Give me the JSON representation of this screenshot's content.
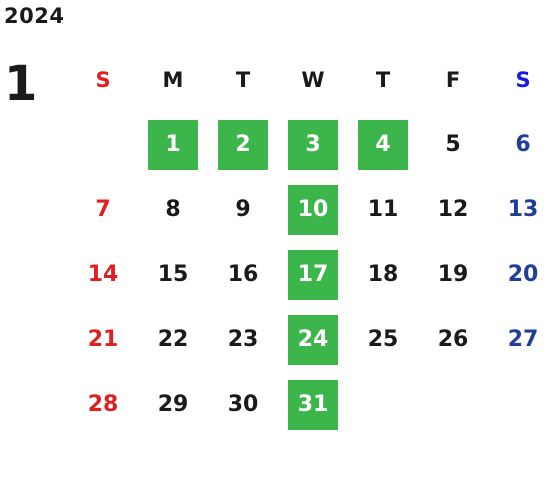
{
  "year": "2024",
  "month": "1",
  "weekdays": [
    "S",
    "M",
    "T",
    "W",
    "T",
    "F",
    "S"
  ],
  "colors": {
    "sunday": "#e02020",
    "saturday": "#1f3e9a",
    "saturday_header": "#1a1ae0",
    "highlight": "#3cb54a",
    "text": "#1a1a1a"
  },
  "days": [
    {
      "day": "1",
      "highlight": true
    },
    {
      "day": "2",
      "highlight": true
    },
    {
      "day": "3",
      "highlight": true
    },
    {
      "day": "4",
      "highlight": true
    },
    {
      "day": "5",
      "highlight": false
    },
    {
      "day": "6",
      "highlight": false
    },
    {
      "day": "7",
      "highlight": false
    },
    {
      "day": "8",
      "highlight": false
    },
    {
      "day": "9",
      "highlight": false
    },
    {
      "day": "10",
      "highlight": true
    },
    {
      "day": "11",
      "highlight": false
    },
    {
      "day": "12",
      "highlight": false
    },
    {
      "day": "13",
      "highlight": false
    },
    {
      "day": "14",
      "highlight": false
    },
    {
      "day": "15",
      "highlight": false
    },
    {
      "day": "16",
      "highlight": false
    },
    {
      "day": "17",
      "highlight": true
    },
    {
      "day": "18",
      "highlight": false
    },
    {
      "day": "19",
      "highlight": false
    },
    {
      "day": "20",
      "highlight": false
    },
    {
      "day": "21",
      "highlight": false
    },
    {
      "day": "22",
      "highlight": false
    },
    {
      "day": "23",
      "highlight": false
    },
    {
      "day": "24",
      "highlight": true
    },
    {
      "day": "25",
      "highlight": false
    },
    {
      "day": "26",
      "highlight": false
    },
    {
      "day": "27",
      "highlight": false
    },
    {
      "day": "28",
      "highlight": false
    },
    {
      "day": "29",
      "highlight": false
    },
    {
      "day": "30",
      "highlight": false
    },
    {
      "day": "31",
      "highlight": true
    }
  ]
}
